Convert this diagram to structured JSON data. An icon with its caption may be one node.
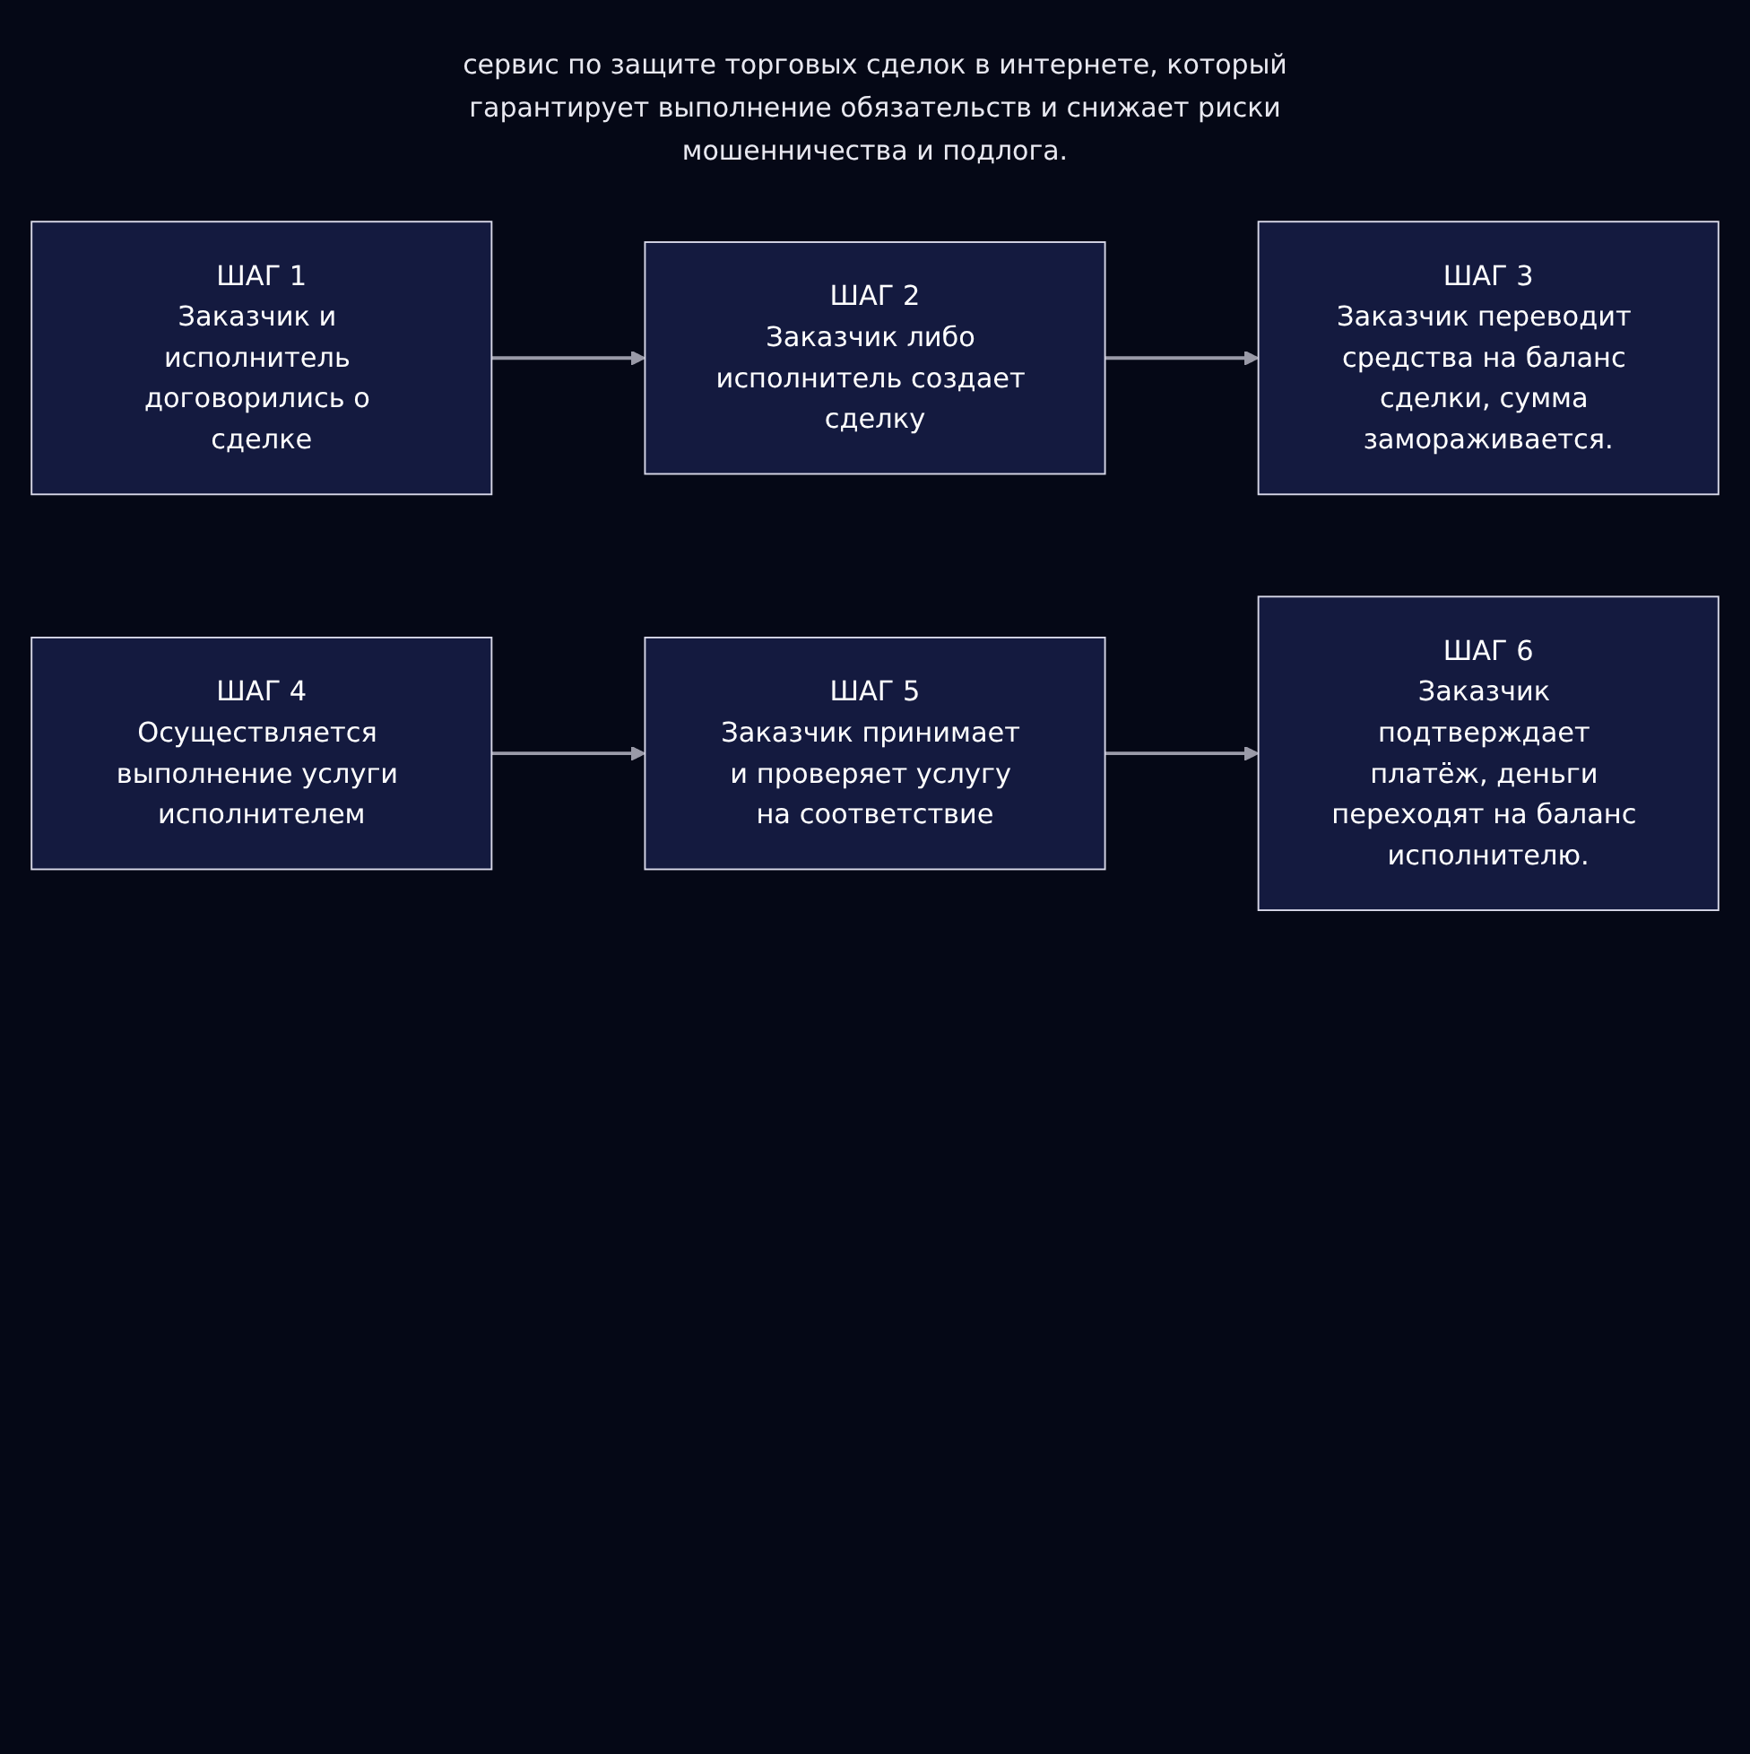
{
  "diagram": {
    "title": "сервис по защите торговых сделок в интернете, который гарантирует выполнение обязательств и снижает риски мошенничества и подлога.",
    "nodes": [
      {
        "text": [
          "ШАГ 1",
          "Заказчик и исполнитель договорились о сделке"
        ]
      },
      {
        "text": [
          "ШАГ 2",
          "Заказчик либо исполнитель создает сделку"
        ]
      },
      {
        "text": [
          "ШАГ 3",
          "Заказчик переводит средства на баланс сделки, сумма замораживается."
        ]
      },
      {
        "text": [
          "ШАГ 4",
          "Осуществляется выполнение услуги исполнителем"
        ]
      },
      {
        "text": [
          "ШАГ 5",
          "Заказчик принимает и проверяет услугу на соответствие"
        ]
      },
      {
        "text": [
          "ШАГ 6",
          "Заказчик подтверждает платёж, деньги переходят на баланс исполнителю."
        ]
      }
    ],
    "edges": [
      {
        "from": 0,
        "to": 1,
        "arrow": "to"
      },
      {
        "from": 1,
        "to": 2,
        "arrow": "to"
      },
      {
        "from": 3,
        "to": 4,
        "arrow": "to"
      },
      {
        "from": 4,
        "to": 5,
        "arrow": "to"
      }
    ]
  }
}
